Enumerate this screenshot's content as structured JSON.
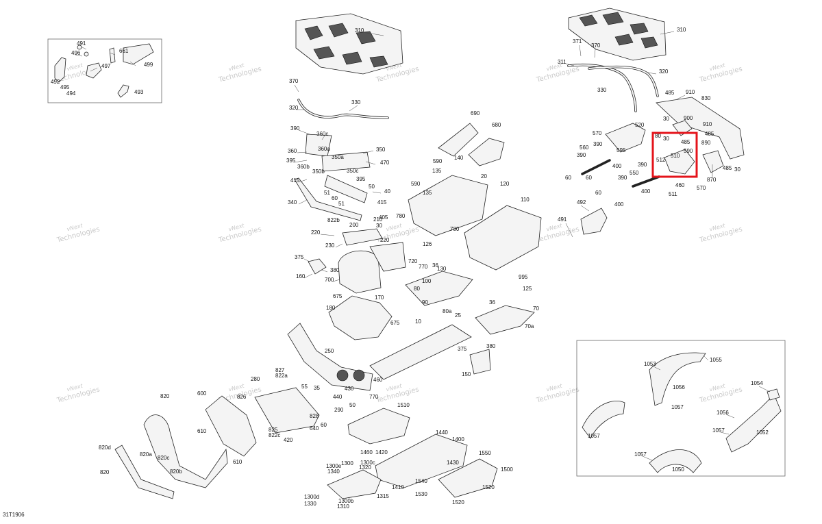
{
  "diagram": {
    "drawing_number": "31T1906",
    "watermark_top": "vNext",
    "watermark_bottom": "Technologies",
    "highlight_color": "#e4141b",
    "part_labels": [
      "491",
      "496",
      "661",
      "497",
      "499",
      "492",
      "495",
      "494",
      "493",
      "310",
      "370",
      "330",
      "320",
      "390",
      "360c",
      "360",
      "360a",
      "395",
      "360b",
      "350",
      "350a",
      "470",
      "350c",
      "350b",
      "415",
      "395",
      "50",
      "51",
      "60",
      "40",
      "340",
      "51",
      "415",
      "822b",
      "405",
      "210",
      "220",
      "200",
      "30",
      "230",
      "220",
      "720",
      "126",
      "375",
      "380",
      "160",
      "700",
      "770",
      "36",
      "130",
      "100",
      "80",
      "90",
      "80a",
      "675",
      "170",
      "180",
      "675",
      "25",
      "10",
      "70",
      "70a",
      "995",
      "125",
      "36",
      "250",
      "460",
      "430",
      "770",
      "440",
      "290",
      "50",
      "1510",
      "375",
      "380",
      "150",
      "280",
      "827",
      "822a",
      "826",
      "828",
      "825",
      "822c",
      "420",
      "640",
      "55",
      "35",
      "60",
      "600",
      "610",
      "610",
      "820",
      "820d",
      "820a",
      "820c",
      "820b",
      "820",
      "1440",
      "1400",
      "1460",
      "1420",
      "1300e",
      "1340",
      "1300",
      "1300c",
      "1320",
      "1410",
      "1430",
      "1550",
      "1500",
      "1540",
      "1520",
      "1530",
      "1520",
      "1300d",
      "1330",
      "1300b",
      "1315",
      "1310",
      "690",
      "680",
      "590",
      "140",
      "135",
      "20",
      "120",
      "590",
      "135",
      "780",
      "780",
      "110",
      "310",
      "371",
      "370",
      "311",
      "330",
      "320",
      "485",
      "910",
      "830",
      "30",
      "900",
      "910",
      "890",
      "485",
      "870",
      "30",
      "485",
      "570",
      "520",
      "80",
      "30",
      "485",
      "590",
      "510",
      "512",
      "460",
      "570",
      "511",
      "390",
      "390",
      "560",
      "595",
      "390",
      "400",
      "60",
      "60",
      "390",
      "550",
      "60",
      "400",
      "400",
      "492",
      "491",
      "1053",
      "1055",
      "1056",
      "1057",
      "1057",
      "1054",
      "1056",
      "1057",
      "1052",
      "1057",
      "1050"
    ]
  }
}
